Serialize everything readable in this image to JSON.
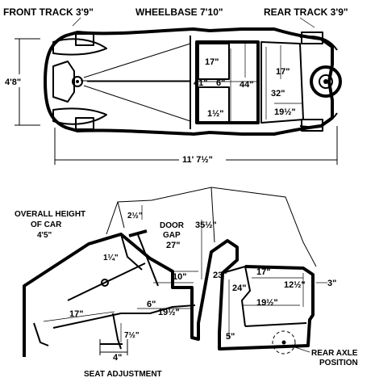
{
  "plan": {
    "front_track": "FRONT TRACK 3'9\"",
    "wheelbase": "WHEELBASE  7'10\"",
    "rear_track": "REAR TRACK 3'9\"",
    "width": "4'8\"",
    "length": "11' 7½\"",
    "dims": {
      "d17_left": "17\"",
      "d17_right": "17\"",
      "d32": "32\"",
      "d41": "41\"",
      "d6": "6\"",
      "d44": "44\"",
      "d1_5": "1½\"",
      "d19_5": "19½\""
    }
  },
  "side": {
    "overall_height_label": "OVERALL HEIGHT",
    "overall_height_sub": "OF CAR",
    "overall_height_value": "4'5\"",
    "door_gap_label": "DOOR",
    "door_gap_label2": "GAP",
    "door_gap_value": "27\"",
    "seat_adjustment": "SEAT ADJUSTMENT",
    "rear_axle_label": "REAR AXLE",
    "rear_axle_sub": "POSITION",
    "dims": {
      "d2_5": "2½\"",
      "d35_5": "35½\"",
      "d1_25": "1¼\"",
      "d10": "10\"",
      "d23": "23\"",
      "d24": "24\"",
      "d17_top": "17\"",
      "d12_5": "12½\"",
      "d3": "3\"",
      "d6": "6\"",
      "d19_5_mid": "19½\"",
      "d19_5_right": "19½\"",
      "d17_floor": "17\"",
      "d7_5": "7½\"",
      "d5": "5\"",
      "d4": "4\""
    }
  }
}
